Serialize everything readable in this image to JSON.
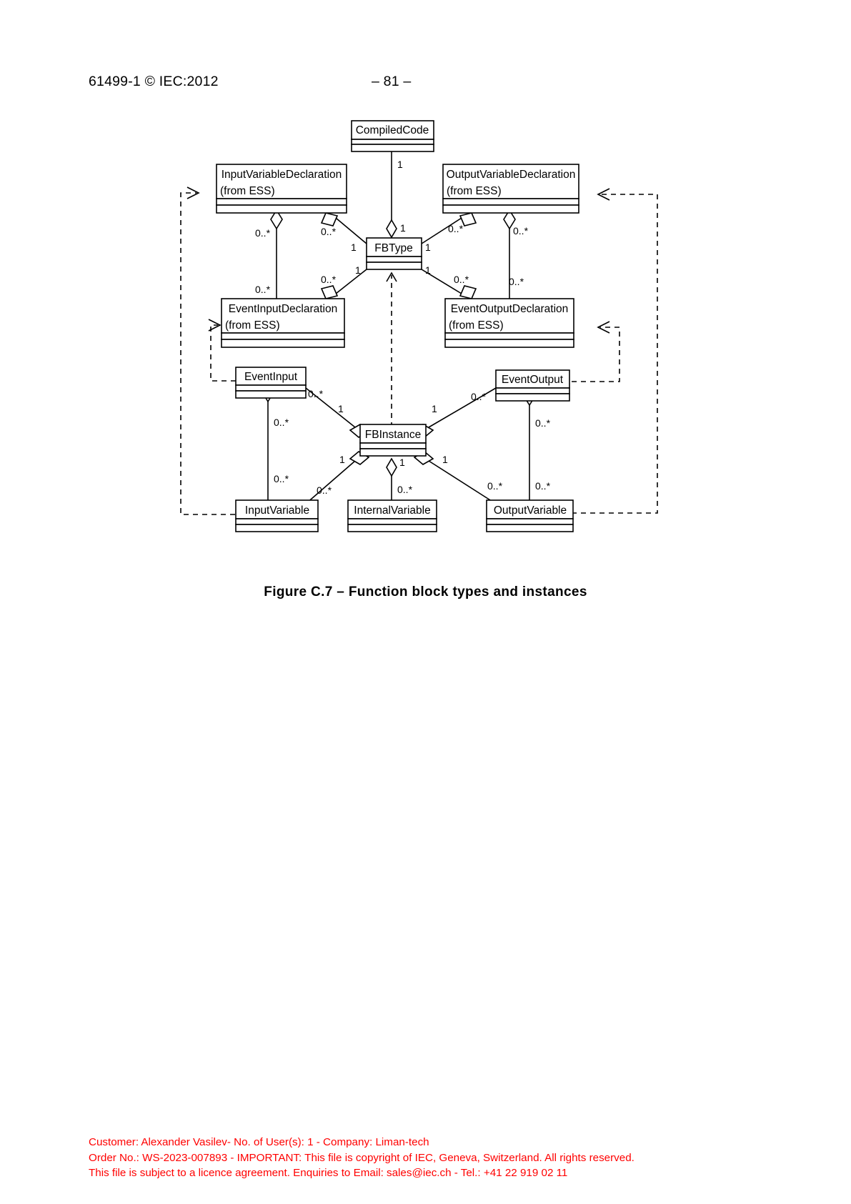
{
  "header": {
    "left": "61499-1 © IEC:2012",
    "right": "– 81 –"
  },
  "figure": {
    "caption": "Figure C.7 – Function block types and instances",
    "classes": [
      {
        "id": "compiledcode",
        "name": "CompiledCode",
        "from": ""
      },
      {
        "id": "inputvariabledeclaration",
        "name": "InputVariableDeclaration",
        "from": "(from ESS)"
      },
      {
        "id": "outputvariabledeclaration",
        "name": "OutputVariableDeclaration",
        "from": "(from ESS)"
      },
      {
        "id": "fbtype",
        "name": "FBType",
        "from": ""
      },
      {
        "id": "eventinputdeclaration",
        "name": "EventInputDeclaration",
        "from": "(from ESS)"
      },
      {
        "id": "eventoutputdeclaration",
        "name": "EventOutputDeclaration",
        "from": "(from ESS)"
      },
      {
        "id": "eventinput",
        "name": "EventInput",
        "from": ""
      },
      {
        "id": "eventoutput",
        "name": "EventOutput",
        "from": ""
      },
      {
        "id": "fbinstance",
        "name": "FBInstance",
        "from": ""
      },
      {
        "id": "inputvariable",
        "name": "InputVariable",
        "from": ""
      },
      {
        "id": "internalvariable",
        "name": "InternalVariable",
        "from": ""
      },
      {
        "id": "outputvariable",
        "name": "OutputVariable",
        "from": ""
      }
    ],
    "multiplicities": {
      "one": "1",
      "many": "0..*"
    },
    "labels": {
      "m1": "1",
      "m2": "1",
      "m3": "0..*",
      "m4": "0..*",
      "m5": "0..*",
      "m6": "0..*",
      "m7": "1",
      "m8": "1",
      "m9": "1",
      "m10": "1",
      "m11": "0..*",
      "m12": "0..*",
      "m13": "0..*",
      "m14": "0..*",
      "m15": "0..*",
      "m16": "0..*",
      "m17": "0..*",
      "m18": "0..*",
      "m19": "1",
      "m20": "1",
      "m21": "0..*",
      "m22": "0..*",
      "m23": "1",
      "m24": "1",
      "m25": "1",
      "m26": "0..*",
      "m27": "0..*",
      "m28": "0..*",
      "m29": "0..*",
      "m30": "0..*"
    }
  },
  "footer": {
    "line1": "Customer: Alexander Vasilev- No. of User(s): 1 - Company: Liman-tech",
    "line2": "Order No.: WS-2023-007893 - IMPORTANT: This file is copyright of IEC, Geneva, Switzerland. All rights reserved.",
    "line3": "This file is subject to a licence agreement. Enquiries to Email: sales@iec.ch - Tel.: +41 22 919 02 11",
    "color": "#ff0000"
  }
}
